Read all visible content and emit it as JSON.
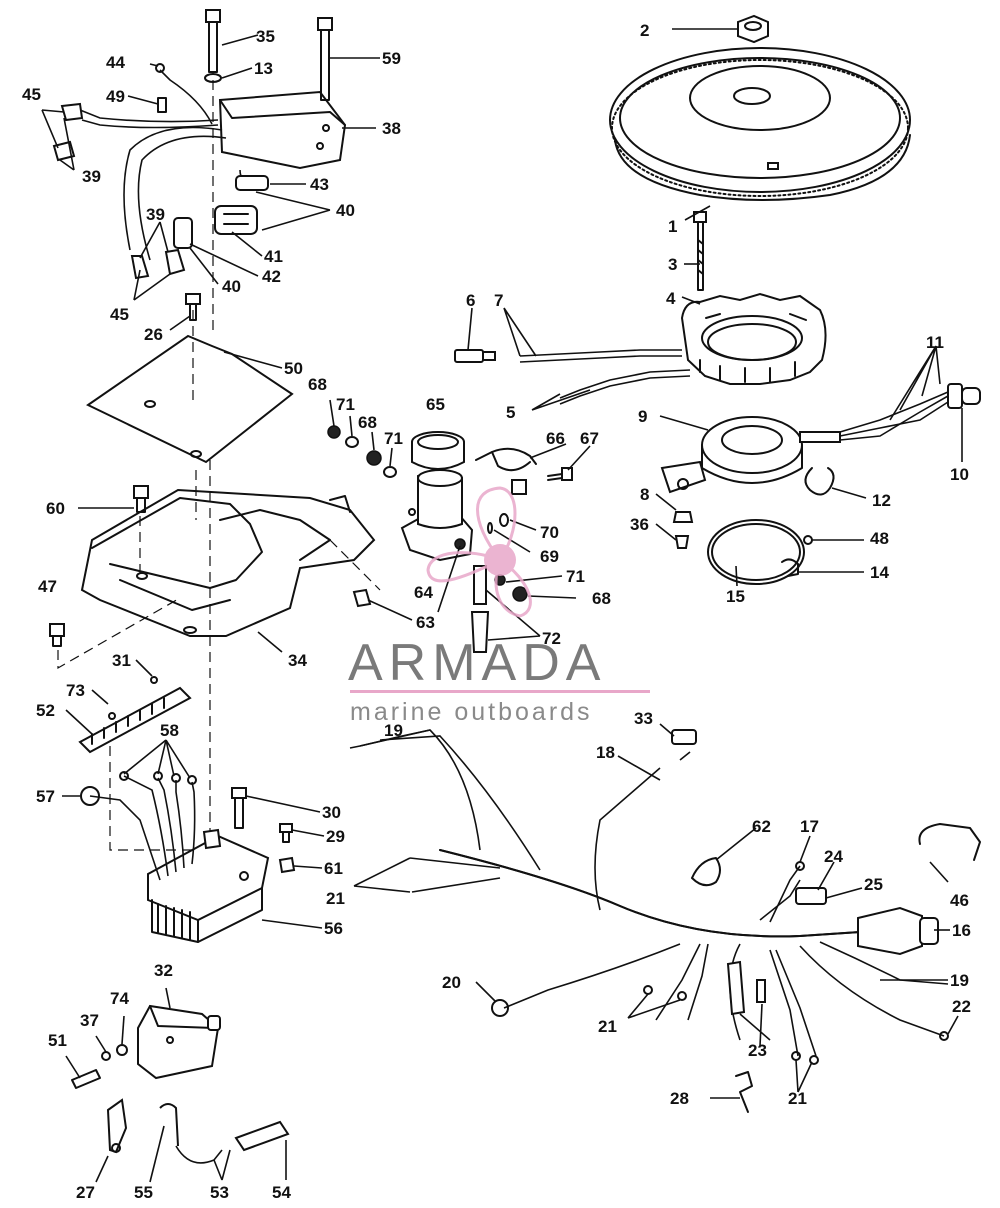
{
  "diagram": {
    "brand": "ARMADA",
    "brand_sub": "marine outboards",
    "colors": {
      "line": "#111111",
      "logo_text": "#7a7a7a",
      "logo_accent": "#e8a7c9",
      "background": "#ffffff"
    },
    "callouts": {
      "c1": "1",
      "c2": "2",
      "c3": "3",
      "c4": "4",
      "c5": "5",
      "c6": "6",
      "c7": "7",
      "c8": "8",
      "c9": "9",
      "c10": "10",
      "c11": "11",
      "c12": "12",
      "c13": "13",
      "c14": "14",
      "c15": "15",
      "c16": "16",
      "c17": "17",
      "c18": "18",
      "c19a": "19",
      "c19b": "19",
      "c20": "20",
      "c21a": "21",
      "c21b": "21",
      "c21c": "21",
      "c22": "22",
      "c23": "23",
      "c24": "24",
      "c25": "25",
      "c26": "26",
      "c27": "27",
      "c28": "28",
      "c29": "29",
      "c30": "30",
      "c31": "31",
      "c32": "32",
      "c33": "33",
      "c34": "34",
      "c35": "35",
      "c36": "36",
      "c37": "37",
      "c38": "38",
      "c39a": "39",
      "c39b": "39",
      "c40a": "40",
      "c40b": "40",
      "c41": "41",
      "c42": "42",
      "c43": "43",
      "c44": "44",
      "c45a": "45",
      "c45b": "45",
      "c46": "46",
      "c47": "47",
      "c48": "48",
      "c49": "49",
      "c50": "50",
      "c51": "51",
      "c52": "52",
      "c53": "53",
      "c54": "54",
      "c55": "55",
      "c56": "56",
      "c57": "57",
      "c58": "58",
      "c59": "59",
      "c60": "60",
      "c61": "61",
      "c62": "62",
      "c63": "63",
      "c64": "64",
      "c65": "65",
      "c66": "66",
      "c67": "67",
      "c68a": "68",
      "c68b": "68",
      "c68c": "68",
      "c69": "69",
      "c70": "70",
      "c71a": "71",
      "c71b": "71",
      "c71c": "71",
      "c72": "72",
      "c73": "73",
      "c74": "74"
    }
  }
}
